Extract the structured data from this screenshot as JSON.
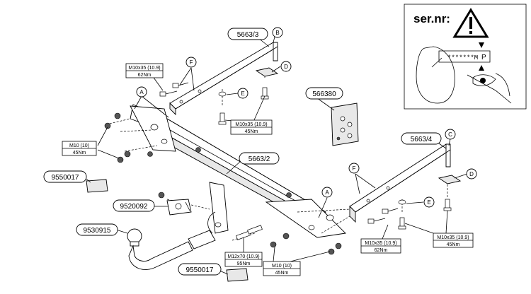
{
  "parts": {
    "bracket_left": "5663/3",
    "bracket_right": "5663/4",
    "crossbar": "5663/2",
    "electric_kit": "566380",
    "reflector_top": "9550017",
    "reflector_bottom": "9550017",
    "ball_socket": "9520092",
    "towball": "9530915"
  },
  "letters": {
    "a": "A",
    "b": "B",
    "c": "C",
    "d": "D",
    "e": "E",
    "f": "F"
  },
  "specs": {
    "m10x35_109": "M10x35 (10.9)",
    "m10_10": "M10 (10)",
    "m12x70_109": "M12x70 (10.9)",
    "t62": "62Nm",
    "t45": "45Nm",
    "t95": "95Nm"
  },
  "serial_panel": {
    "heading": "ser.nr:",
    "code": "*******M",
    "p_letter": "P"
  }
}
